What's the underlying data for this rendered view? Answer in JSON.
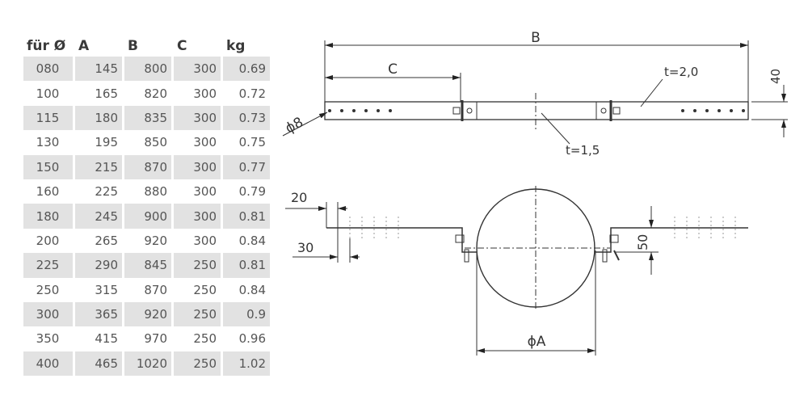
{
  "table": {
    "headers": [
      "für Ø",
      "A",
      "B",
      "C",
      "kg"
    ],
    "rows": [
      [
        "080",
        "145",
        "800",
        "300",
        "0.69"
      ],
      [
        "100",
        "165",
        "820",
        "300",
        "0.72"
      ],
      [
        "115",
        "180",
        "835",
        "300",
        "0.73"
      ],
      [
        "130",
        "195",
        "850",
        "300",
        "0.75"
      ],
      [
        "150",
        "215",
        "870",
        "300",
        "0.77"
      ],
      [
        "160",
        "225",
        "880",
        "300",
        "0.79"
      ],
      [
        "180",
        "245",
        "900",
        "300",
        "0.81"
      ],
      [
        "200",
        "265",
        "920",
        "300",
        "0.84"
      ],
      [
        "225",
        "290",
        "845",
        "250",
        "0.81"
      ],
      [
        "250",
        "315",
        "870",
        "250",
        "0.84"
      ],
      [
        "300",
        "365",
        "920",
        "250",
        "0.9"
      ],
      [
        "350",
        "415",
        "970",
        "250",
        "0.96"
      ],
      [
        "400",
        "465",
        "1020",
        "250",
        "1.02"
      ]
    ]
  },
  "drawing": {
    "dim_B": "B",
    "dim_C": "C",
    "dim_40": "40",
    "thickness_outer": "t=2,0",
    "thickness_inner": "t=1,5",
    "hole_diameter": "ϕ8",
    "dim_20": "20",
    "dim_30": "30",
    "dim_50": "50",
    "dim_A": "ϕA"
  }
}
